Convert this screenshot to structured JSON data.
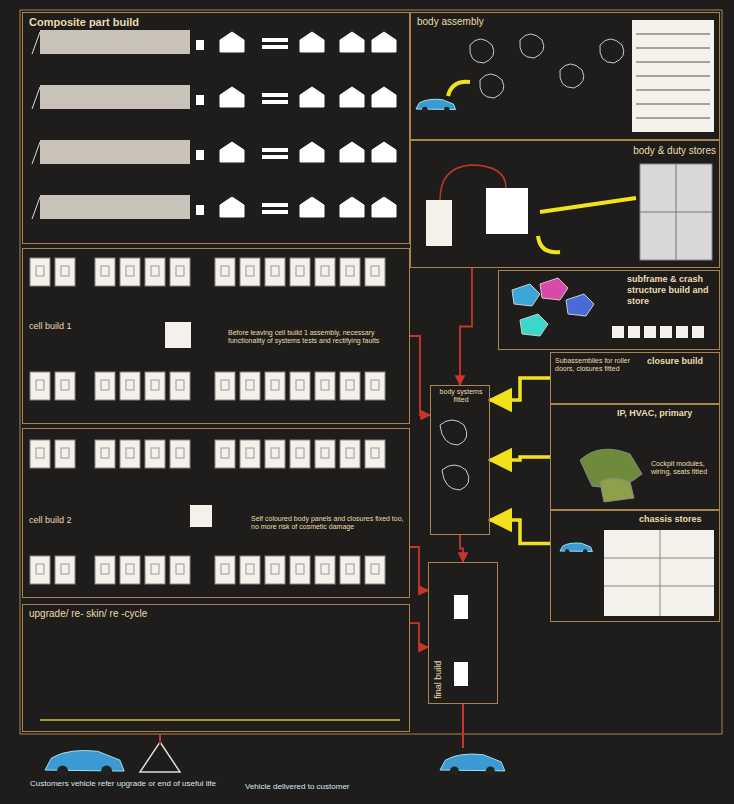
{
  "diagram": {
    "nodes": [
      {
        "text": [
          "Composite part build"
        ]
      },
      {
        "text": [
          "body assembly"
        ]
      },
      {
        "text": [
          "body & duty stores"
        ]
      },
      {
        "text": [
          "subframe & crash structure build and store"
        ]
      },
      {
        "text": [
          "closure build",
          "Subassemblies for roller doors, closures fitted"
        ]
      },
      {
        "text": [
          "IP, HVAC, primary",
          "Cockpit modules, wiring, seats fitted"
        ]
      },
      {
        "text": [
          "chassis stores"
        ]
      },
      {
        "text": [
          "cell build 1",
          "Before leaving cell build 1 assembly, necessary functionality of systems tests and rectifying faults"
        ]
      },
      {
        "text": [
          "cell build 2",
          "Self coloured body panels and closures fixed too, no more risk of cosmetic damage"
        ]
      },
      {
        "text": [
          "upgrade/ re- skin/ re -cycle"
        ]
      },
      {
        "text": [
          "final build"
        ]
      },
      {
        "text": [
          "body systems fitted"
        ]
      }
    ],
    "edges": [
      {
        "from": 2,
        "to": 11,
        "arrow": "to"
      },
      {
        "from": 4,
        "to": 11,
        "arrow": "to"
      },
      {
        "from": 5,
        "to": 11,
        "arrow": "to"
      },
      {
        "from": 6,
        "to": 11,
        "arrow": "to"
      },
      {
        "from": 7,
        "to": 11,
        "arrow": "to"
      },
      {
        "from": 11,
        "to": 10,
        "arrow": "to"
      },
      {
        "from": 8,
        "to": 10,
        "arrow": "to"
      },
      {
        "from": 9,
        "to": 10,
        "arrow": "to"
      }
    ],
    "labels": [
      "Customers vehicle refer upgrade or end of useful life",
      "Vehicle delivered to customer"
    ]
  }
}
